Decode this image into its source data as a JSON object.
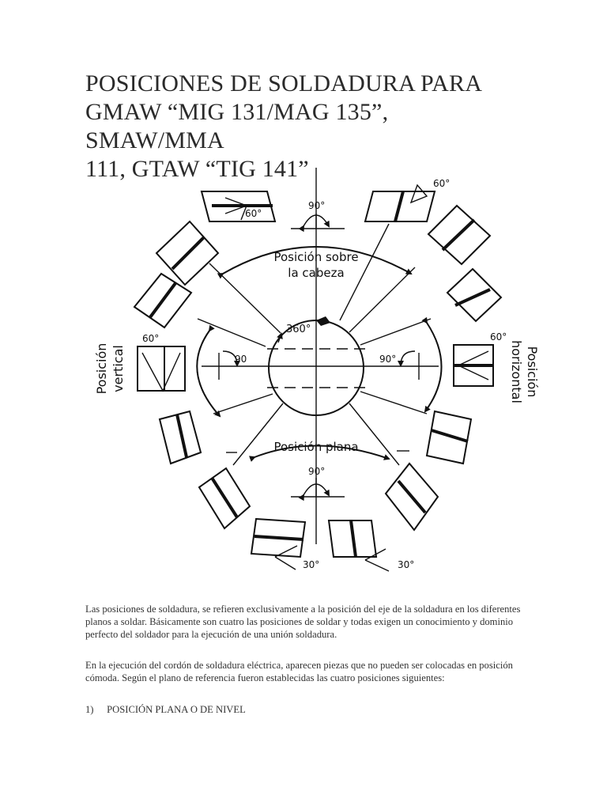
{
  "document": {
    "title_line1": "POSICIONES DE SOLDADURA PARA",
    "title_line2": "GMAW “MIG 131/MAG 135”, SMAW/MMA",
    "title_line3": "111, GTAW “TIG 141”",
    "paragraph1": "Las posiciones de soldadura, se refieren exclusivamente  a la posición del eje de la soldadura en los diferentes planos a soldar. Básicamente son cuatro las posiciones de soldar y todas exigen un conocimiento y dominio perfecto del soldador para la ejecución de una unión soldadura.",
    "paragraph2": "En la ejecución del cordón de soldadura eléctrica, aparecen piezas que no pueden ser colocadas en posición cómoda. Según el plano de referencia fueron establecidas las cuatro posiciones siguientes:",
    "list_item_number": "1)",
    "list_item_text": "POSICIÓN  PLANA O DE NIVEL"
  },
  "figure": {
    "label_overhead_line1": "Posición sobre",
    "label_overhead_line2": "la cabeza",
    "label_vertical_line1": "Posición",
    "label_vertical_line2": "vertical",
    "label_horizontal_line1": "Posición",
    "label_horizontal_line2": "horizontal",
    "label_flat": "Posición plana",
    "angle_top": "90°",
    "angle_bottom": "90°",
    "angle_left": "90",
    "angle_right": "90°",
    "angle_360": "360°",
    "angle_60_top_left": "60°",
    "angle_60_top_right": "60°",
    "angle_60_left": "60°",
    "angle_60_right": "60°",
    "angle_30_left": "30°",
    "angle_30_right": "30°"
  }
}
